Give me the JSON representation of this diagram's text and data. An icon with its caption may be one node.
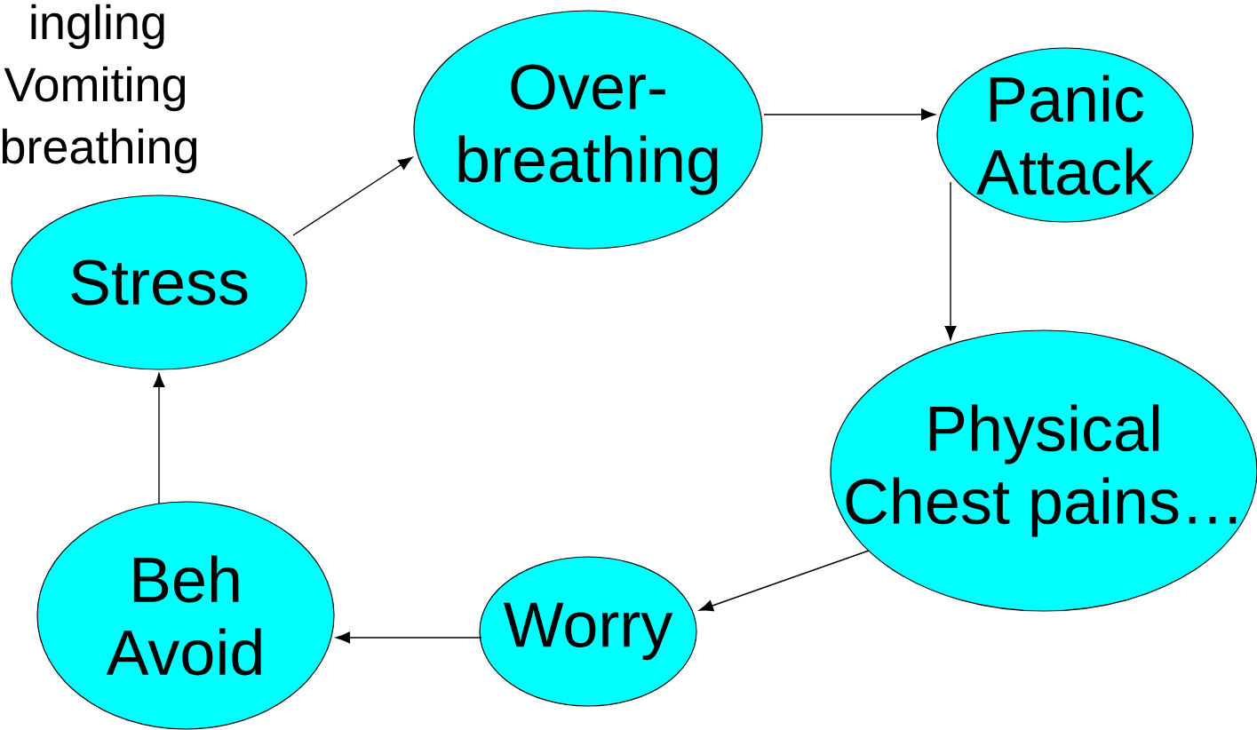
{
  "diagram": {
    "nodes": [
      {
        "text": [
          "Over- breathing"
        ]
      },
      {
        "text": [
          "Panic Attack"
        ]
      },
      {
        "text": [
          "Physical",
          "Chest pains…"
        ]
      },
      {
        "text": [
          "Worry"
        ]
      },
      {
        "text": [
          "Beh Avoid"
        ]
      },
      {
        "text": [
          "Stress"
        ]
      }
    ],
    "edges": [
      {
        "from": 5,
        "to": 0,
        "arrow": "to"
      },
      {
        "from": 0,
        "to": 1,
        "arrow": "to"
      },
      {
        "from": 1,
        "to": 2,
        "arrow": "to"
      },
      {
        "from": 2,
        "to": 3,
        "arrow": "to"
      },
      {
        "from": 3,
        "to": 4,
        "arrow": "to"
      },
      {
        "from": 4,
        "to": 5,
        "arrow": "to"
      }
    ],
    "labels": [
      "ingling",
      "Vomiting",
      "breathing"
    ]
  }
}
